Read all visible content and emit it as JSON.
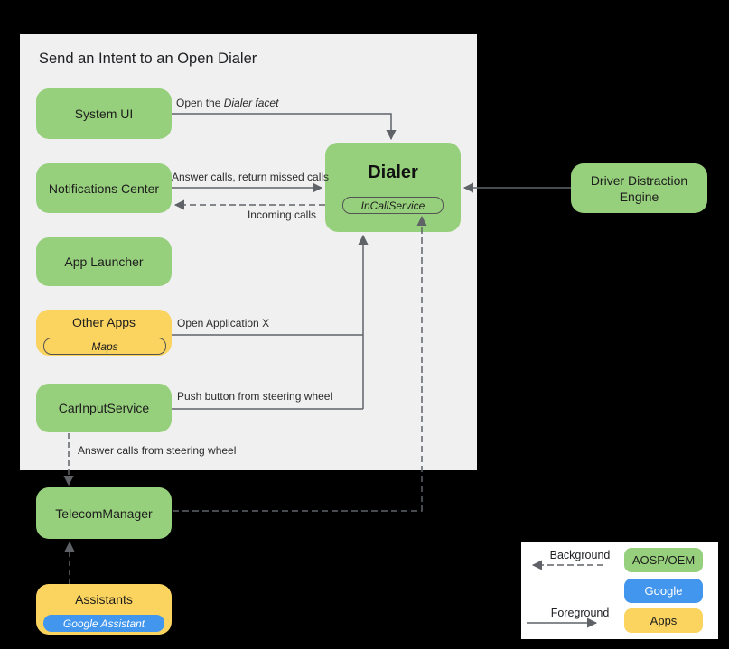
{
  "title": "Send an Intent to an Open Dialer",
  "colors": {
    "aosp_oem_green": "#97d07c",
    "apps_yellow": "#fbd35f",
    "google_blue": "#4296ee",
    "panel_background": "#f0f0f0",
    "page_background": "#000000",
    "connector_line": "#5f6368"
  },
  "nodes": {
    "system_ui": {
      "label": "System UI"
    },
    "notifications_center": {
      "label": "Notifications Center"
    },
    "app_launcher": {
      "label": "App Launcher"
    },
    "other_apps": {
      "label": "Other Apps",
      "chip": "Maps"
    },
    "car_input_service": {
      "label": "CarInputService"
    },
    "dialer": {
      "label": "Dialer",
      "chip": "InCallService"
    },
    "driver_distraction_engine": {
      "label": "Driver Distraction Engine"
    },
    "telecom_manager": {
      "label": "TelecomManager"
    },
    "assistants": {
      "label": "Assistants",
      "chip": "Google Assistant"
    }
  },
  "edge_labels": {
    "open_dialer_prefix": "Open the ",
    "open_dialer_italic": "Dialer facet",
    "answer_calls": "Answer calls, return missed calls",
    "incoming_calls": "Incoming calls",
    "open_application": "Open Application X",
    "push_button": "Push button from steering wheel",
    "answer_steering": "Answer calls from steering wheel"
  },
  "legend": {
    "background_label": "Background",
    "foreground_label": "Foreground",
    "items": [
      {
        "label": "AOSP/OEM",
        "color": "#97d07c"
      },
      {
        "label": "Google",
        "color": "#4296ee"
      },
      {
        "label": "Apps",
        "color": "#fbd35f"
      }
    ]
  }
}
